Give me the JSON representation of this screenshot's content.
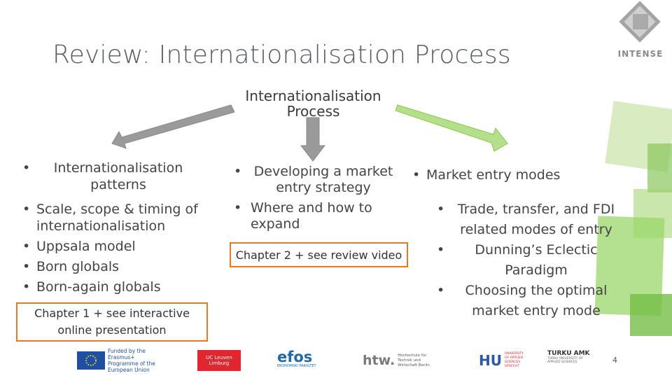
{
  "slide": {
    "title": "Review: Internationalisation Process",
    "center_title": "Internationalisation Process",
    "page_number": "4"
  },
  "branding": {
    "logo_text": "INTENSE"
  },
  "left": {
    "heading": "Internationalisation patterns",
    "items": [
      "Scale, scope & timing of internationalisation",
      "Uppsala model",
      "Born globals",
      "Born-again globals"
    ],
    "note": "Chapter 1 + see interactive online presentation"
  },
  "middle": {
    "items": [
      "Developing a market entry strategy",
      "Where and how to expand"
    ],
    "note": "Chapter 2 + see review video"
  },
  "right": {
    "heading": "Market entry modes",
    "items": [
      "Trade, transfer, and FDI related modes of entry",
      "Dunning’s Eclectic Paradigm",
      "Choosing the optimal market entry mode"
    ]
  },
  "footer_logos": {
    "erasmus": "Funded by the Erasmus+ Programme of the European Union",
    "uc": "UC Leuven Limburg",
    "efos": "efos",
    "efos_sub": "EKONOMSKI FAKULTET",
    "htw": "htw.",
    "htw_sub": "Hochschule für Technik und Wirtschaft Berlin",
    "hu": "HU",
    "hu_sub": "UNIVERSITY OF APPLIED SCIENCES UTRECHT",
    "turku": "TURKU AMK",
    "turku_sub": "TURKU UNIVERSITY OF APPLIED SCIENCES"
  },
  "colors": {
    "accent_green": "#8dc63f",
    "arrow_gray": "#9a9a9a",
    "note_border": "#e07b2a"
  }
}
